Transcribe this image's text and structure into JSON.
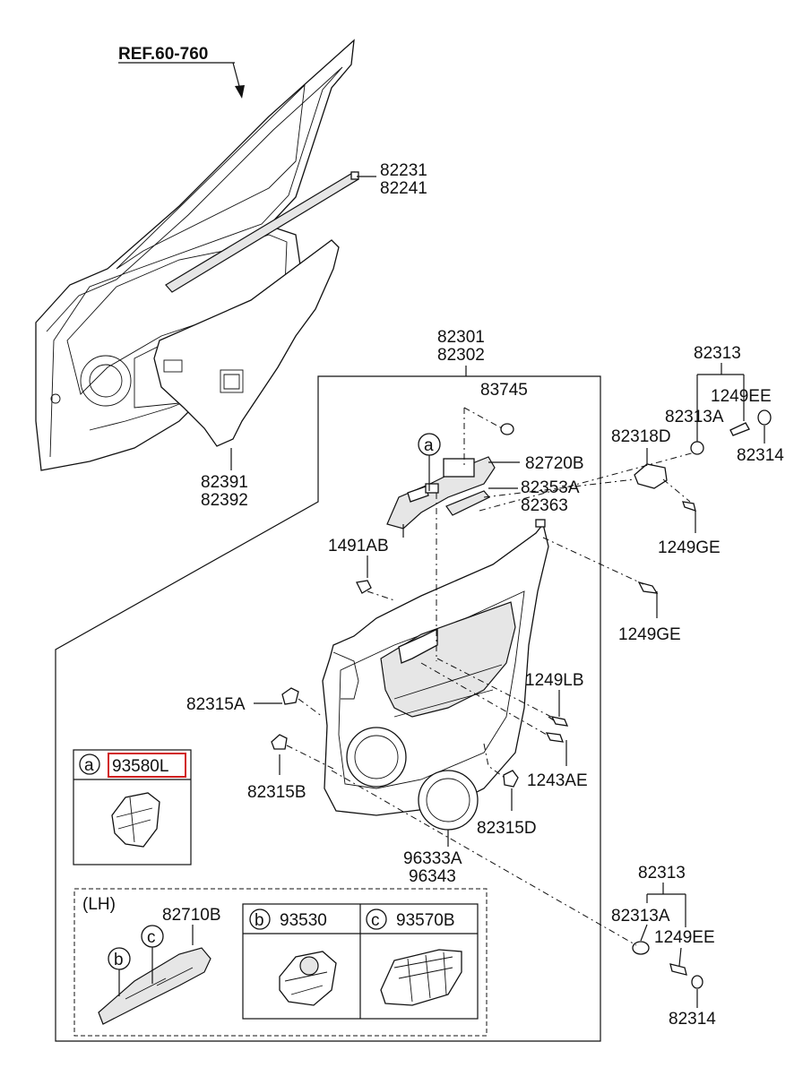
{
  "ref_label": "REF.60-760",
  "callouts": {
    "p82231": "82231",
    "p82241": "82241",
    "p82391": "82391",
    "p82392": "82392",
    "p82301": "82301",
    "p82302": "82302",
    "p83745": "83745",
    "p82720B": "82720B",
    "p82353A": "82353A",
    "p82363": "82363",
    "p1491AB": "1491AB",
    "p82313_top": "82313",
    "p1249EE_top": "1249EE",
    "p82313A_top": "82313A",
    "p82318D": "82318D",
    "p82314_top": "82314",
    "p1249GE_a": "1249GE",
    "p1249GE_b": "1249GE",
    "p1249LB": "1249LB",
    "p82315A": "82315A",
    "p82315B": "82315B",
    "p1243AE": "1243AE",
    "p82315D": "82315D",
    "p96333A": "96333A",
    "p96343": "96343",
    "p82313_bot": "82313",
    "p82313A_bot": "82313A",
    "p1249EE_bot": "1249EE",
    "p82314_bot": "82314",
    "p82710B": "82710B"
  },
  "detail_a": {
    "letter": "a",
    "part": "93580L"
  },
  "lh_box": {
    "title": "(LH)",
    "letter_b": "b",
    "letter_c": "c",
    "sub_b": {
      "letter": "b",
      "part": "93530"
    },
    "sub_c": {
      "letter": "c",
      "part": "93570B"
    }
  },
  "panel_letter_a": "a",
  "highlight_color": "#d12020"
}
